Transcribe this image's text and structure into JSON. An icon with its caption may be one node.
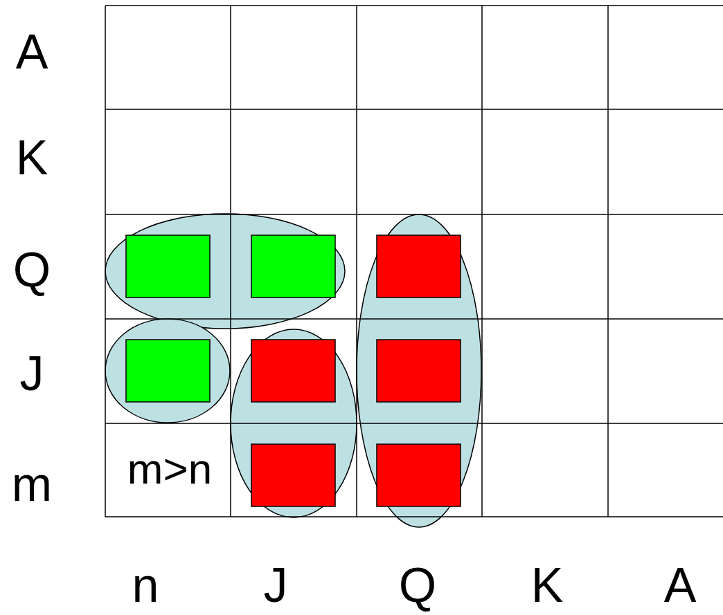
{
  "diagram": {
    "nodes": [
      {
        "text": [],
        "shape": "ellipse"
      },
      {
        "text": [],
        "shape": "box",
        "in": 0
      },
      {
        "text": [],
        "shape": "box",
        "in": 0
      },
      {
        "text": [],
        "shape": "ellipse"
      },
      {
        "text": [],
        "shape": "box",
        "in": 3
      },
      {
        "text": [],
        "shape": "ellipse"
      },
      {
        "text": [],
        "shape": "box",
        "in": 5
      },
      {
        "text": [],
        "shape": "ellipse"
      },
      {
        "text": [],
        "shape": "box",
        "in": 7
      },
      {
        "text": [],
        "shape": "box",
        "in": 3
      },
      {
        "text": [],
        "shape": "box",
        "in": 7
      },
      {
        "text": [],
        "shape": "box",
        "in": 3
      }
    ],
    "labels": [
      "A",
      "K",
      "Q",
      "J",
      "m",
      "m>n",
      "n",
      "J",
      "Q",
      "K",
      "A"
    ]
  }
}
